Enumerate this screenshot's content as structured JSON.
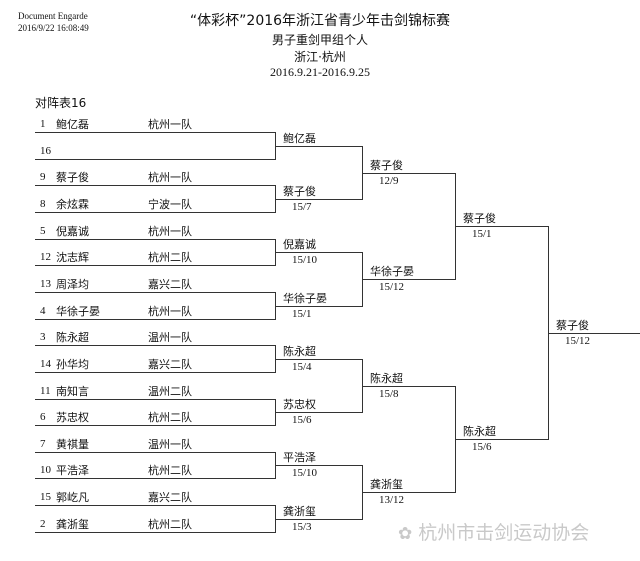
{
  "header": {
    "software": "Document Engarde",
    "timestamp": "2016/9/22 16:08:49",
    "title": "“体彩杯”2016年浙江省青少年击剑锦标赛",
    "event": "男子重剑甲组个人",
    "location": "浙江·杭州",
    "dates": "2016.9.21-2016.9.25"
  },
  "table_label": "对阵表16",
  "round1": [
    {
      "seed": "1",
      "name": "鲍亿磊",
      "team": "杭州一队"
    },
    {
      "seed": "16",
      "name": "",
      "team": ""
    },
    {
      "seed": "9",
      "name": "蔡子俊",
      "team": "杭州一队"
    },
    {
      "seed": "8",
      "name": "余炫霖",
      "team": "宁波一队"
    },
    {
      "seed": "5",
      "name": "倪嘉诚",
      "team": "杭州一队"
    },
    {
      "seed": "12",
      "name": "沈志辉",
      "team": "杭州二队"
    },
    {
      "seed": "13",
      "name": "周泽均",
      "team": "嘉兴二队"
    },
    {
      "seed": "4",
      "name": "华徐子晏",
      "team": "杭州一队"
    },
    {
      "seed": "3",
      "name": "陈永超",
      "team": "温州一队"
    },
    {
      "seed": "14",
      "name": "孙华均",
      "team": "嘉兴二队"
    },
    {
      "seed": "11",
      "name": "南知言",
      "team": "温州二队"
    },
    {
      "seed": "6",
      "name": "苏忠权",
      "team": "杭州二队"
    },
    {
      "seed": "7",
      "name": "黄祺量",
      "team": "温州一队"
    },
    {
      "seed": "10",
      "name": "平浩泽",
      "team": "杭州二队"
    },
    {
      "seed": "15",
      "name": "郭屹凡",
      "team": "嘉兴二队"
    },
    {
      "seed": "2",
      "name": "龚浙玺",
      "team": "杭州二队"
    }
  ],
  "round2": [
    {
      "name": "鲍亿磊",
      "score": ""
    },
    {
      "name": "蔡子俊",
      "score": "15/7"
    },
    {
      "name": "倪嘉诚",
      "score": "15/10"
    },
    {
      "name": "华徐子晏",
      "score": "15/1"
    },
    {
      "name": "陈永超",
      "score": "15/4"
    },
    {
      "name": "苏忠权",
      "score": "15/6"
    },
    {
      "name": "平浩泽",
      "score": "15/10"
    },
    {
      "name": "龚浙玺",
      "score": "15/3"
    }
  ],
  "round3": [
    {
      "name": "蔡子俊",
      "score": "12/9"
    },
    {
      "name": "华徐子晏",
      "score": "15/12"
    },
    {
      "name": "陈永超",
      "score": "15/8"
    },
    {
      "name": "龚浙玺",
      "score": "13/12"
    }
  ],
  "round4": [
    {
      "name": "蔡子俊",
      "score": "15/1"
    },
    {
      "name": "陈永超",
      "score": "15/6"
    }
  ],
  "final": [
    {
      "name": "蔡子俊",
      "score": "15/12"
    }
  ],
  "watermark": "杭州市击剑运动协会"
}
